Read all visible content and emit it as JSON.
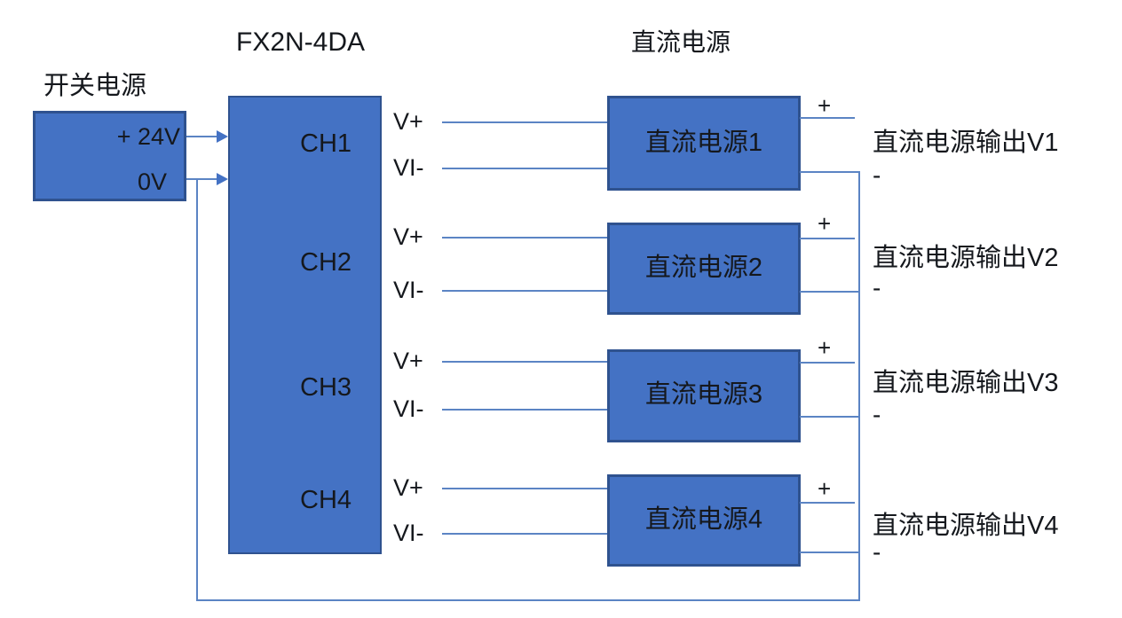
{
  "titles": {
    "module": "FX2N-4DA",
    "dc_group": "直流电源"
  },
  "switch_supply": {
    "label": "开关电源",
    "terminal_24v": "+ 24V",
    "terminal_0v": "0V"
  },
  "module": {
    "channels": [
      "CH1",
      "CH2",
      "CH3",
      "CH4"
    ]
  },
  "terminals": {
    "vplus": "V+",
    "viminus": "VI-"
  },
  "supplies": [
    {
      "name": "直流电源1",
      "plus": "+",
      "minus": "-",
      "output_caption": "直流电源输出V1"
    },
    {
      "name": "直流电源2",
      "plus": "+",
      "minus": "-",
      "output_caption": "直流电源输出V2"
    },
    {
      "name": "直流电源3",
      "plus": "+",
      "minus": "-",
      "output_caption": "直流电源输出V3"
    },
    {
      "name": "直流电源4",
      "plus": "+",
      "minus": "-",
      "output_caption": "直流电源输出V4"
    }
  ],
  "colors": {
    "box_fill": "#4472C4",
    "box_border": "#2F528F",
    "wire": "#5B84C4",
    "text": "#15181D"
  }
}
